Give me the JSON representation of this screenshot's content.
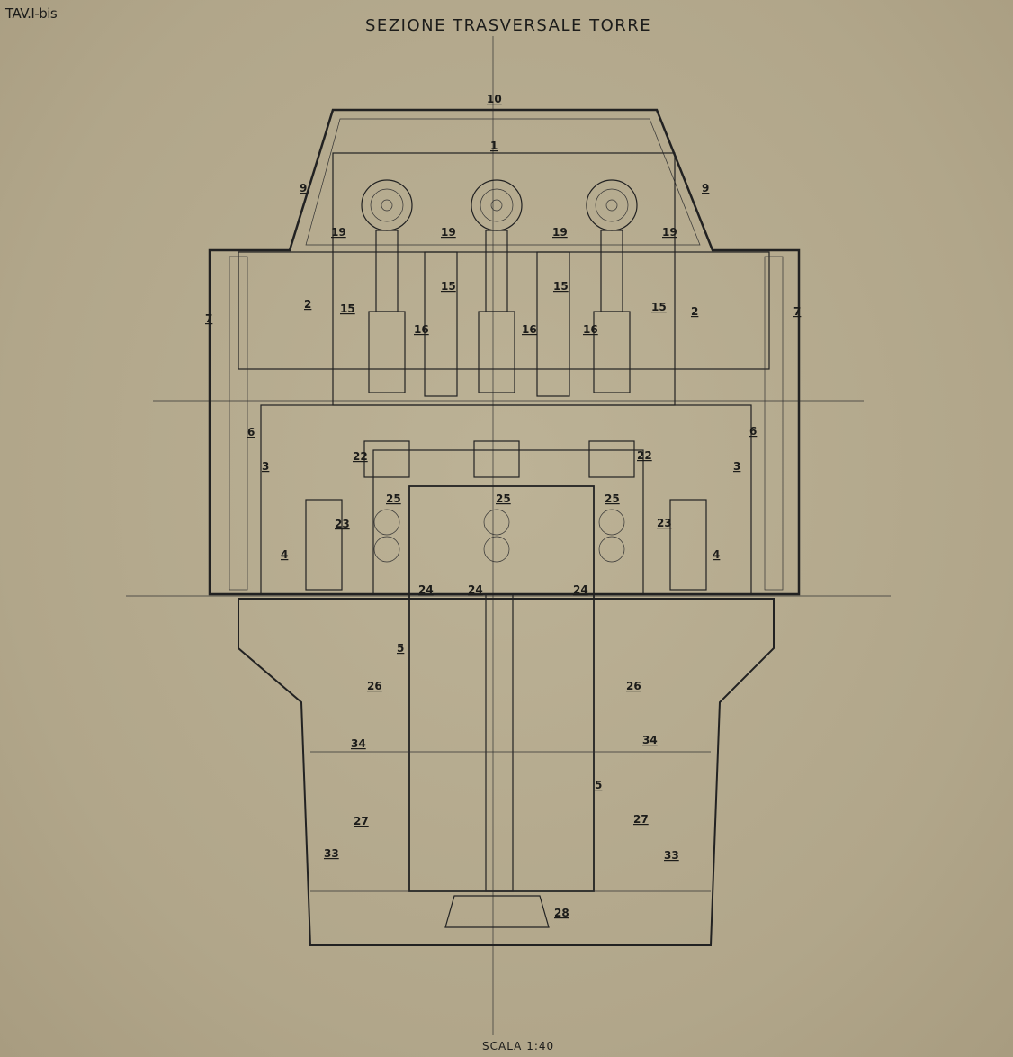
{
  "sheet_id": "TAV.I-bis",
  "title": "SEZIONE TRASVERSALE TORRE",
  "scale": "SCALA 1:40",
  "part_labels": [
    "10",
    "1",
    "9",
    "9",
    "19",
    "19",
    "19",
    "19",
    "2",
    "2",
    "7",
    "7",
    "15",
    "15",
    "15",
    "15",
    "16",
    "16",
    "16",
    "6",
    "6",
    "3",
    "3",
    "22",
    "22",
    "25",
    "25",
    "25",
    "23",
    "23",
    "4",
    "4",
    "24",
    "24",
    "24",
    "5",
    "5",
    "26",
    "26",
    "34",
    "34",
    "27",
    "27",
    "33",
    "33",
    "28"
  ]
}
